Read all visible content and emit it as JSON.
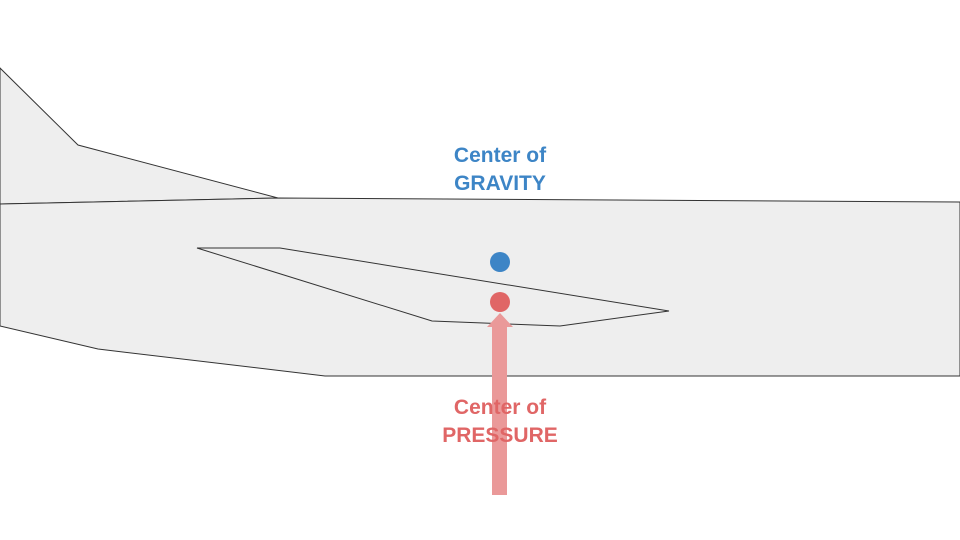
{
  "colors": {
    "background": "#ffffff",
    "fuselage_fill": "#eeeeee",
    "outline": "#333333",
    "center_of_gravity": "#3d85c6",
    "center_of_pressure": "#e06666",
    "pressure_arrow": "#ea9999"
  },
  "labels": {
    "center_of_gravity": {
      "line1": "Center of",
      "line2": "GRAVITY"
    },
    "center_of_pressure": {
      "line1": "Center of",
      "line2": "PRESSURE"
    }
  }
}
